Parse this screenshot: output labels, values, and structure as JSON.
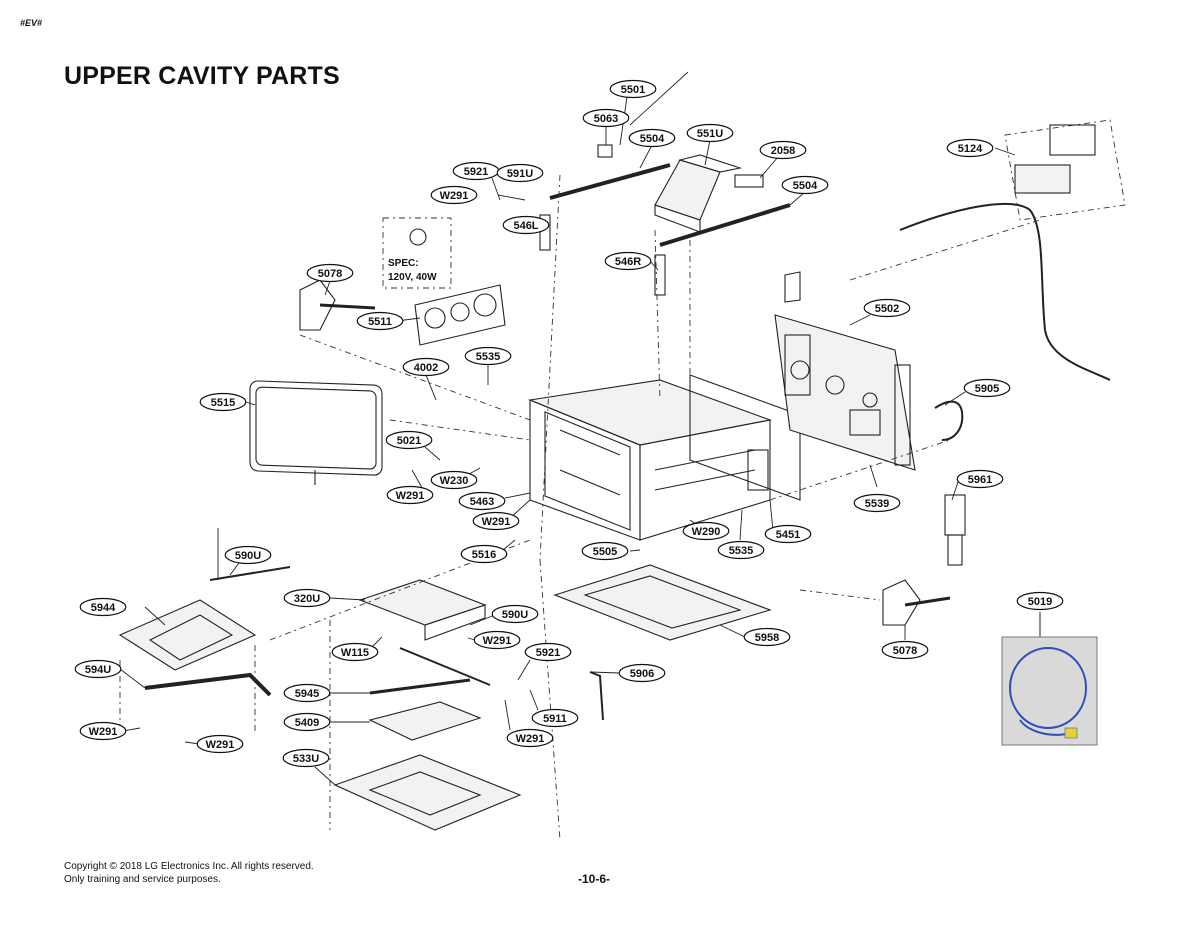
{
  "page": {
    "rev_mark": "#EV#",
    "title": "UPPER CAVITY PARTS",
    "copyright_line1": "Copyright © 2018 LG Electronics Inc. All rights reserved.",
    "copyright_line2": "Only training and service purposes.",
    "page_number": "-10-6-"
  },
  "spec_note": {
    "line1": "SPEC:",
    "line2": "120V, 40W"
  },
  "labels": [
    {
      "id": "5501",
      "text": "5501"
    },
    {
      "id": "5063",
      "text": "5063"
    },
    {
      "id": "5504a",
      "text": "5504"
    },
    {
      "id": "551U",
      "text": "551U"
    },
    {
      "id": "2058",
      "text": "2058"
    },
    {
      "id": "5504b",
      "text": "5504"
    },
    {
      "id": "5921a",
      "text": "5921"
    },
    {
      "id": "591U",
      "text": "591U"
    },
    {
      "id": "W291a",
      "text": "W291"
    },
    {
      "id": "546L",
      "text": "546L"
    },
    {
      "id": "546R",
      "text": "546R"
    },
    {
      "id": "5124",
      "text": "5124"
    },
    {
      "id": "5078a",
      "text": "5078"
    },
    {
      "id": "5511",
      "text": "5511"
    },
    {
      "id": "5502",
      "text": "5502"
    },
    {
      "id": "4002",
      "text": "4002"
    },
    {
      "id": "5535a",
      "text": "5535"
    },
    {
      "id": "5515",
      "text": "5515"
    },
    {
      "id": "5905",
      "text": "5905"
    },
    {
      "id": "5021",
      "text": "5021"
    },
    {
      "id": "W230",
      "text": "W230"
    },
    {
      "id": "W291b",
      "text": "W291"
    },
    {
      "id": "5463",
      "text": "5463"
    },
    {
      "id": "W291c",
      "text": "W291"
    },
    {
      "id": "5539",
      "text": "5539"
    },
    {
      "id": "5961",
      "text": "5961"
    },
    {
      "id": "5516",
      "text": "5516"
    },
    {
      "id": "W290",
      "text": "W290"
    },
    {
      "id": "5451",
      "text": "5451"
    },
    {
      "id": "5505",
      "text": "5505"
    },
    {
      "id": "5535b",
      "text": "5535"
    },
    {
      "id": "590Ua",
      "text": "590U"
    },
    {
      "id": "5944",
      "text": "5944"
    },
    {
      "id": "320U",
      "text": "320U"
    },
    {
      "id": "590Ub",
      "text": "590U"
    },
    {
      "id": "W291d",
      "text": "W291"
    },
    {
      "id": "5958",
      "text": "5958"
    },
    {
      "id": "5019",
      "text": "5019"
    },
    {
      "id": "5078b",
      "text": "5078"
    },
    {
      "id": "W115",
      "text": "W115"
    },
    {
      "id": "5921b",
      "text": "5921"
    },
    {
      "id": "594U",
      "text": "594U"
    },
    {
      "id": "5906",
      "text": "5906"
    },
    {
      "id": "5945",
      "text": "5945"
    },
    {
      "id": "5911",
      "text": "5911"
    },
    {
      "id": "5409",
      "text": "5409"
    },
    {
      "id": "W291e",
      "text": "W291"
    },
    {
      "id": "W291f",
      "text": "W291"
    },
    {
      "id": "W291g",
      "text": "W291"
    },
    {
      "id": "533U",
      "text": "533U"
    }
  ]
}
